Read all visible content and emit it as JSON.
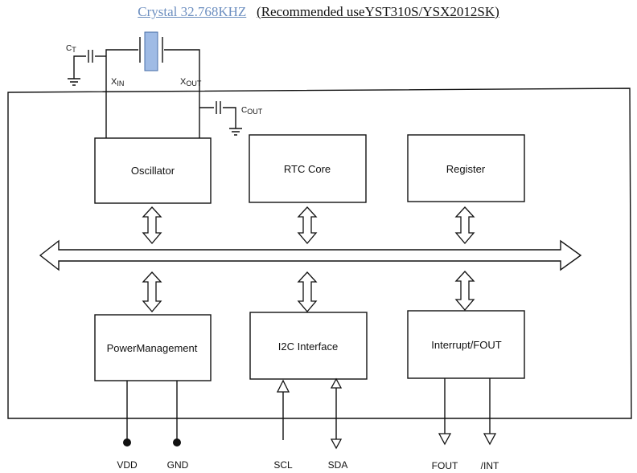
{
  "header": {
    "crystal_link": "Crystal 32.768KHZ",
    "recommendation": "(Recommended useYST310S/YSX2012SK)"
  },
  "external": {
    "ct_main": "C",
    "ct_sub": "T",
    "xin_main": "X",
    "xin_sub": "IN",
    "xout_main": "X",
    "xout_sub": "OUT",
    "cout_main": "C",
    "cout_sub": "OUT"
  },
  "blocks": {
    "oscillator": "Oscillator",
    "rtc_core": "RTC Core",
    "register": "Register",
    "power": "PowerManagement",
    "i2c": "I2C Interface",
    "interrupt": "Interrupt/FOUT"
  },
  "pins": {
    "vdd": "VDD",
    "gnd": "GND",
    "scl": "SCL",
    "sda": "SDA",
    "fout": "FOUT",
    "int": "/INT"
  },
  "colors": {
    "crystal": "#9fbbe5",
    "link": "#6d8fc0",
    "line": "#111111"
  }
}
